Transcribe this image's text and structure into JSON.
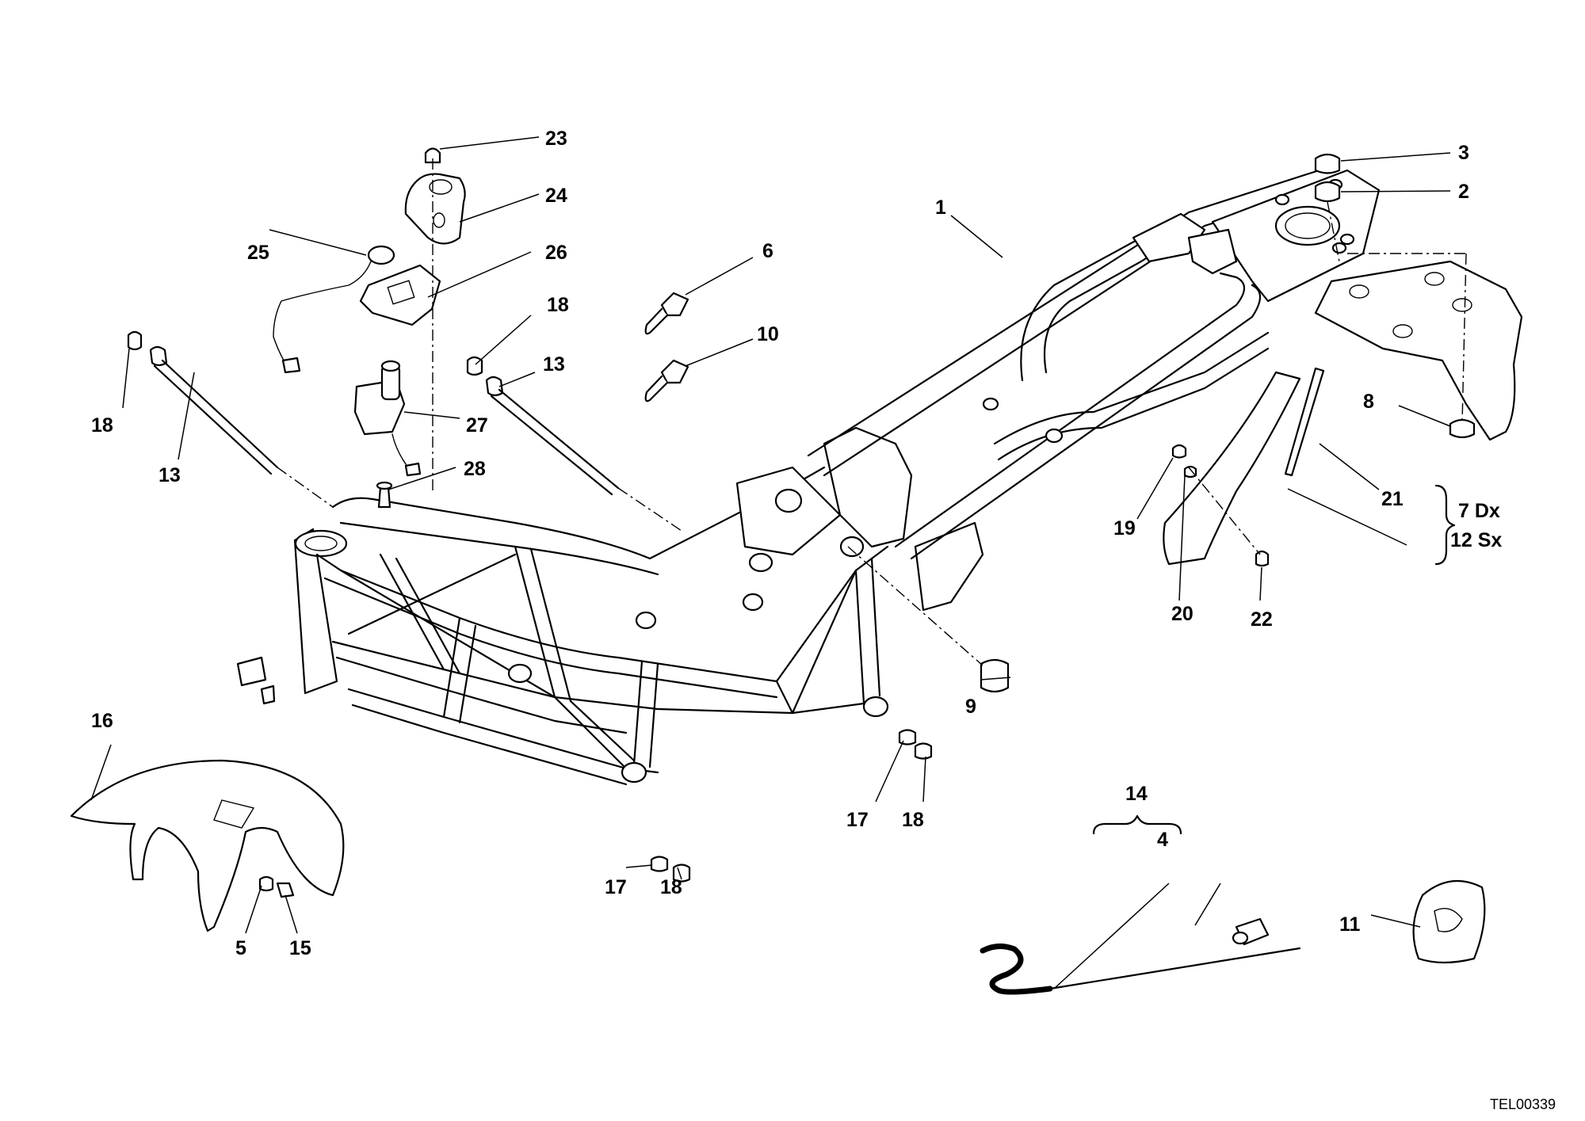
{
  "drawing_code": "TEL00339",
  "callouts": [
    {
      "id": "c1",
      "text": "1"
    },
    {
      "id": "c2",
      "text": "2"
    },
    {
      "id": "c3",
      "text": "3"
    },
    {
      "id": "c4",
      "text": "4"
    },
    {
      "id": "c5",
      "text": "5"
    },
    {
      "id": "c6",
      "text": "6"
    },
    {
      "id": "c8",
      "text": "8"
    },
    {
      "id": "c9",
      "text": "9"
    },
    {
      "id": "c10",
      "text": "10"
    },
    {
      "id": "c11",
      "text": "11"
    },
    {
      "id": "c13a",
      "text": "13"
    },
    {
      "id": "c13b",
      "text": "13"
    },
    {
      "id": "c14",
      "text": "14"
    },
    {
      "id": "c15",
      "text": "15"
    },
    {
      "id": "c16",
      "text": "16"
    },
    {
      "id": "c17a",
      "text": "17"
    },
    {
      "id": "c17b",
      "text": "17"
    },
    {
      "id": "c18a",
      "text": "18"
    },
    {
      "id": "c18b",
      "text": "18"
    },
    {
      "id": "c18c",
      "text": "18"
    },
    {
      "id": "c18d",
      "text": "18"
    },
    {
      "id": "c19",
      "text": "19"
    },
    {
      "id": "c20",
      "text": "20"
    },
    {
      "id": "c21",
      "text": "21"
    },
    {
      "id": "c22",
      "text": "22"
    },
    {
      "id": "c23",
      "text": "23"
    },
    {
      "id": "c24",
      "text": "24"
    },
    {
      "id": "c25",
      "text": "25"
    },
    {
      "id": "c26",
      "text": "26"
    },
    {
      "id": "c27",
      "text": "27"
    },
    {
      "id": "c28",
      "text": "28"
    }
  ],
  "side_notes": {
    "right_side": "7 Dx",
    "left_side": "12 Sx"
  }
}
